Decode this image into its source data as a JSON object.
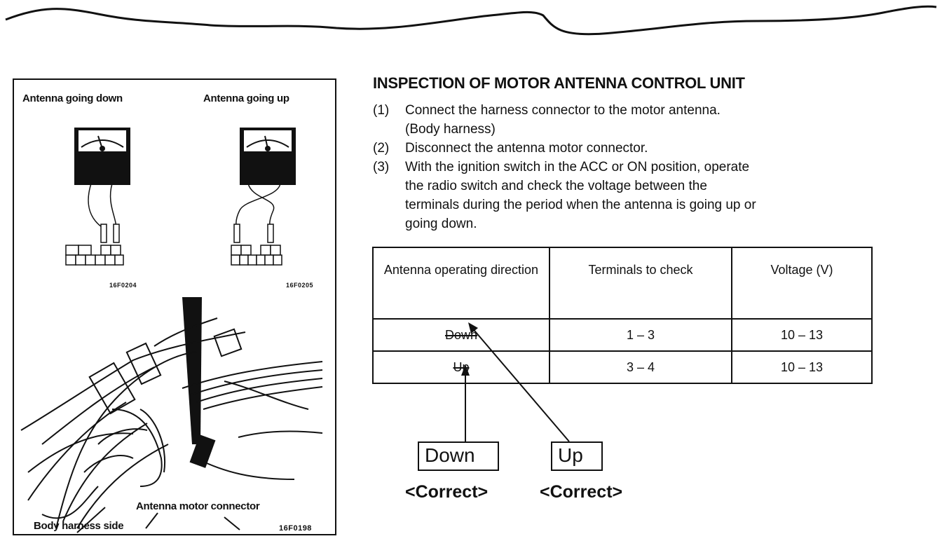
{
  "figure": {
    "label_down": "Antenna going down",
    "label_up": "Antenna going up",
    "code_down": "16F0204",
    "code_up": "16F0205",
    "motor_connector_label": "Antenna motor connector",
    "body_harness_label": "Body harness side",
    "code_photo": "16F0198"
  },
  "section": {
    "title": "INSPECTION OF MOTOR ANTENNA CONTROL UNIT",
    "steps": [
      {
        "num": "(1)",
        "lines": [
          "Connect the harness connector to the motor antenna.",
          "(Body harness)"
        ]
      },
      {
        "num": "(2)",
        "lines": [
          "Disconnect the antenna motor connector."
        ]
      },
      {
        "num": "(3)",
        "lines": [
          "With the ignition switch in the ACC or ON position, operate",
          "the radio switch and check the voltage between the",
          "terminals during the period when the antenna is going up or",
          "going down."
        ]
      }
    ]
  },
  "table": {
    "headers": [
      "Antenna operating direction",
      "Terminals to check",
      "Voltage (V)"
    ],
    "rows": [
      {
        "direction": "Down",
        "terminals": "1 – 3",
        "voltage": "10 – 13"
      },
      {
        "direction": "Up",
        "terminals": "3 – 4",
        "voltage": "10 – 13"
      }
    ]
  },
  "corrections": [
    {
      "value": "Down",
      "tag": "<Correct>"
    },
    {
      "value": "Up",
      "tag": "<Correct>"
    }
  ]
}
